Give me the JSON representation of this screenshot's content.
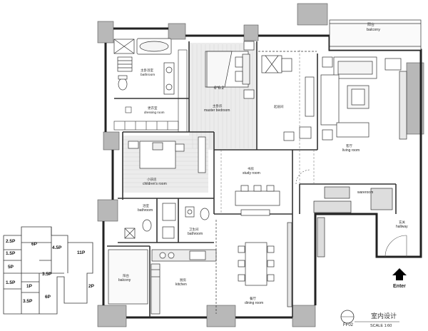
{
  "rooms": {
    "balcony_top": {
      "en": "balcony"
    },
    "master_bath": {
      "cn": "主卧浴室",
      "en": "bathroom"
    },
    "dressing": {
      "cn": "更衣室",
      "en": "dressing room"
    },
    "master_bed": {
      "cn": "主卧房",
      "en": "master bedroom",
      "size": "6*6.2"
    },
    "den": {
      "cn": "起居间"
    },
    "living": {
      "cn": "客厅",
      "en": "living room"
    },
    "children": {
      "cn": "小孩房",
      "en": "children's room"
    },
    "study": {
      "cn": "书房",
      "en": "study room"
    },
    "wareroom": {
      "en": "wareroom"
    },
    "hallway": {
      "cn": "玄关",
      "en": "hallway"
    },
    "bath2": {
      "cn": "浴室",
      "en": "bathroom"
    },
    "bath3": {
      "cn": "卫生间",
      "en": "bathroom"
    },
    "balcony_left": {
      "cn": "阳台",
      "en": "balcony"
    },
    "kitchen": {
      "cn": "厨房",
      "en": "kitchen"
    },
    "dining": {
      "cn": "餐厅",
      "en": "dining room"
    }
  },
  "enter": "Enter",
  "footer": {
    "tag": "FF02",
    "scale": "SCALE 1:60",
    "brand": "室内设计"
  },
  "keyplan": [
    "2.5P",
    "6P",
    "4.5P",
    "1.5P",
    "11P",
    "5P",
    "3.5P",
    "1.5P",
    "1P",
    "2P",
    "3.5P",
    "6P"
  ],
  "colors": {
    "wall": "#b8b8b8",
    "line": "#333333",
    "floor": "#e6e6e6",
    "accent": "#000000"
  }
}
